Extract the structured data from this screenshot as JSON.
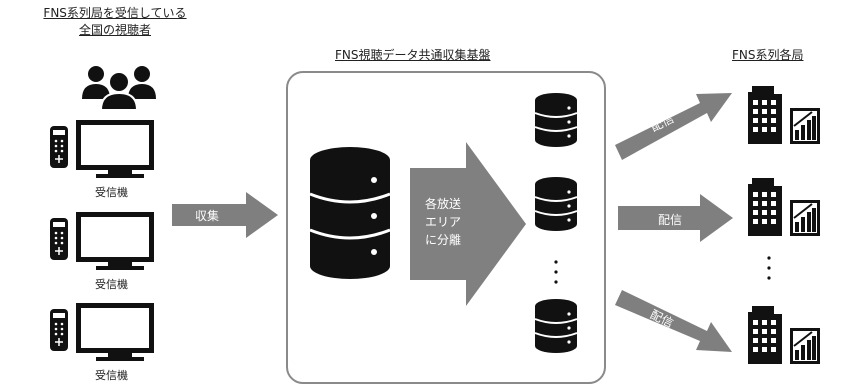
{
  "viewers": {
    "title_line1": "FNS系列局を受信している",
    "title_line2": "全国の視聴者",
    "receiver_label": "受信機"
  },
  "platform": {
    "title": "FNS視聴データ共通収集基盤",
    "split_line1": "各放送",
    "split_line2": "エリア",
    "split_line3": "に分離"
  },
  "collect_label": "収集",
  "deliver_label": "配信",
  "stations": {
    "title": "FNS系列各局"
  }
}
